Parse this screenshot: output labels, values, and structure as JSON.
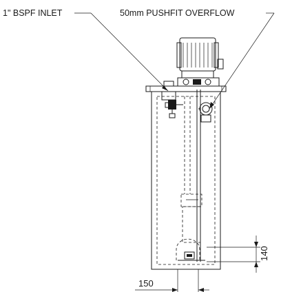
{
  "labels": {
    "inlet": "1\" BSPF INLET",
    "overflow": "50mm PUSHFIT OVERFLOW"
  },
  "dimensions": {
    "vertical": "140",
    "horizontal": "150"
  },
  "colors": {
    "line": "#1a1a1a",
    "background": "#ffffff"
  }
}
